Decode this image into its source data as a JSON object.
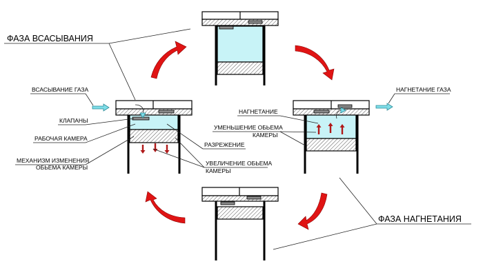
{
  "phases": {
    "suction": "ФАЗА ВСАСЫВАНИЯ",
    "discharge": "ФАЗА НАГНЕТАНИЯ"
  },
  "labels": {
    "gas_intake": "ВСАСЫВАНИЕ ГАЗА",
    "gas_discharge": "НАГНЕТАНИЕ ГАЗА",
    "valves": "КЛАПАНЫ",
    "working_chamber": "РАБОЧАЯ КАМЕРА",
    "mechanism_line1": "МЕХАНИЗМ ИЗМЕНЕНИЯ",
    "mechanism_line2": "ОБЬЕМА КАМЕРЫ",
    "rarefaction": "РАЗРЕЖЕНИЕ",
    "volume_increase_line1": "УВЕЛИЧЕНИЕ ОБЬЕМА",
    "volume_increase_line2": "КАМЕРЫ",
    "discharge": "НАГНЕТАНИЕ",
    "volume_decrease_line1": "УМЕНЬШЕНИЕ ОБЬЕМА",
    "volume_decrease_line2": "КАМЕРЫ"
  },
  "colors": {
    "gas": "#c8f3f7",
    "cycle_arrow": "#e01414",
    "flow_arrow": "#7fdde8"
  }
}
